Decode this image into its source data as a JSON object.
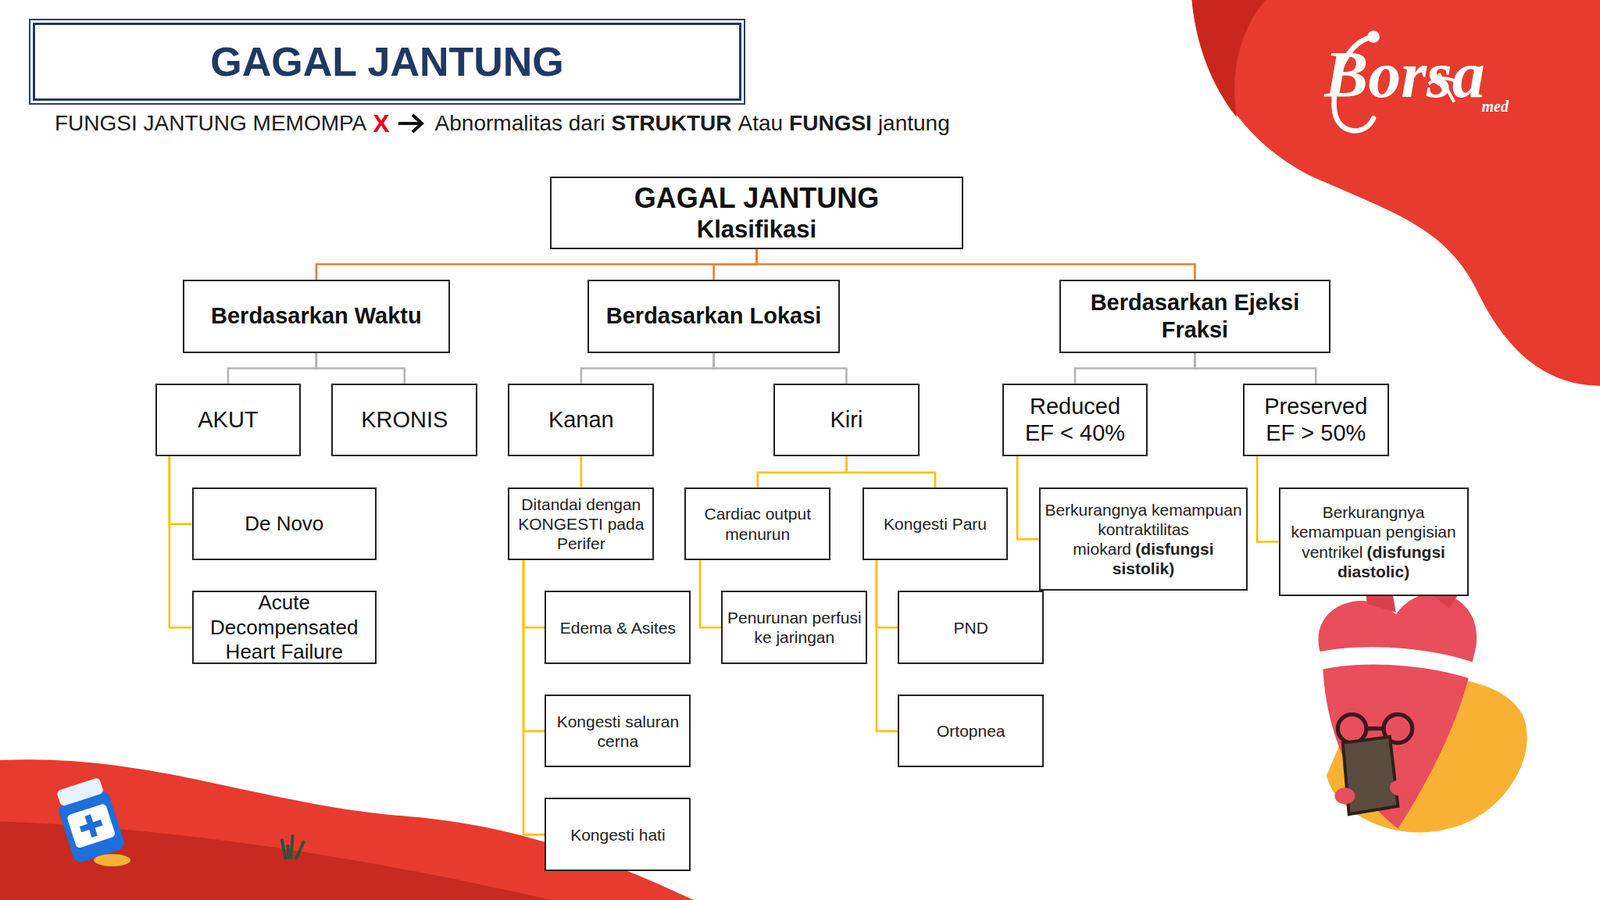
{
  "diagram": {
    "title": "GAGAL JANTUNG",
    "nodes": [
      {
        "text": [
          "GAGAL JANTUNG",
          "Klasifikasi"
        ]
      },
      {
        "text": [
          "Berdasarkan Waktu"
        ]
      },
      {
        "text": [
          "Berdasarkan Lokasi"
        ]
      },
      {
        "text": [
          "Berdasarkan Ejeksi Fraksi"
        ]
      },
      {
        "text": [
          "AKUT"
        ]
      },
      {
        "text": [
          "KRONIS"
        ]
      },
      {
        "text": [
          "Kanan"
        ]
      },
      {
        "text": [
          "Kiri"
        ]
      },
      {
        "text": [
          "Reduced EF < 40%"
        ]
      },
      {
        "text": [
          "Preserved EF > 50%"
        ]
      },
      {
        "text": [
          "De Novo"
        ]
      },
      {
        "text": [
          "Acute Decompensated Heart Failure"
        ]
      },
      {
        "text": [
          "Ditandai dengan KONGESTI pada Perifer"
        ]
      },
      {
        "text": [
          "Cardiac output menurun"
        ]
      },
      {
        "text": [
          "Kongesti Paru"
        ]
      },
      {
        "text": [
          "Berkurangnya kemampuan kontraktilitas miokard",
          "(disfungsi sistolik)"
        ]
      },
      {
        "text": [
          "Berkurangnya kemampuan pengisian ventrikel",
          "(disfungsi diastolic)"
        ]
      },
      {
        "text": [
          "Edema & Asites"
        ]
      },
      {
        "text": [
          "Penurunan perfusi ke jaringan"
        ]
      },
      {
        "text": [
          "PND"
        ]
      },
      {
        "text": [
          "Kongesti saluran cerna"
        ]
      },
      {
        "text": [
          "Ortopnea"
        ]
      },
      {
        "text": [
          "Kongesti hati"
        ]
      }
    ],
    "edges": [
      {
        "from": 0,
        "to": 1,
        "arrow": "none"
      },
      {
        "from": 0,
        "to": 2,
        "arrow": "none"
      },
      {
        "from": 0,
        "to": 3,
        "arrow": "none"
      },
      {
        "from": 1,
        "to": 4,
        "arrow": "none"
      },
      {
        "from": 1,
        "to": 5,
        "arrow": "none"
      },
      {
        "from": 2,
        "to": 6,
        "arrow": "none"
      },
      {
        "from": 2,
        "to": 7,
        "arrow": "none"
      },
      {
        "from": 3,
        "to": 8,
        "arrow": "none"
      },
      {
        "from": 3,
        "to": 9,
        "arrow": "none"
      },
      {
        "from": 4,
        "to": 10,
        "arrow": "none"
      },
      {
        "from": 4,
        "to": 11,
        "arrow": "none"
      },
      {
        "from": 6,
        "to": 12,
        "arrow": "none"
      },
      {
        "from": 7,
        "to": 13,
        "arrow": "none"
      },
      {
        "from": 7,
        "to": 14,
        "arrow": "none"
      },
      {
        "from": 8,
        "to": 15,
        "arrow": "none"
      },
      {
        "from": 9,
        "to": 16,
        "arrow": "none"
      },
      {
        "from": 12,
        "to": 17,
        "arrow": "none"
      },
      {
        "from": 12,
        "to": 20,
        "arrow": "none"
      },
      {
        "from": 12,
        "to": 22,
        "arrow": "none"
      },
      {
        "from": 13,
        "to": 18,
        "arrow": "none"
      },
      {
        "from": 14,
        "to": 19,
        "arrow": "none"
      },
      {
        "from": 14,
        "to": 21,
        "arrow": "none"
      }
    ],
    "labels": [
      "FUNGSI JANTUNG MEMOMPA",
      "X",
      "Abnormalitas dari",
      "STRUKTUR",
      "Atau",
      "FUNGSI",
      "jantung",
      "Borsa",
      "med"
    ]
  }
}
